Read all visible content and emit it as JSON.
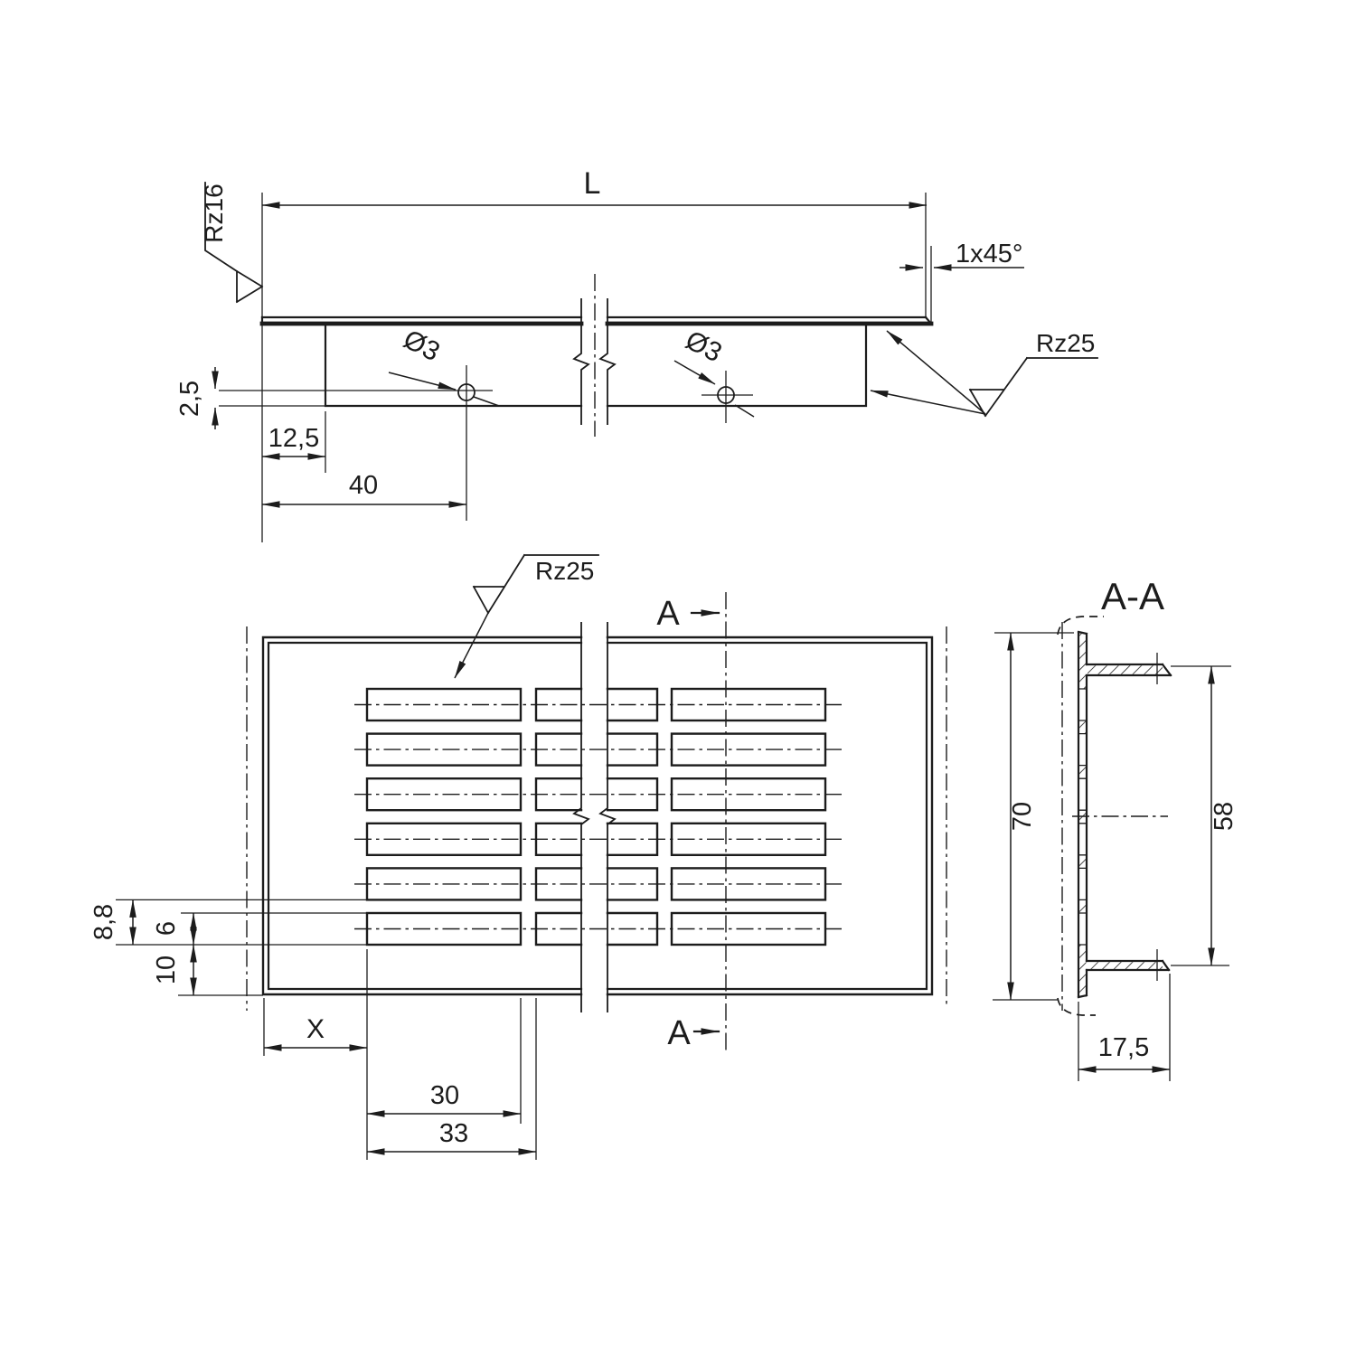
{
  "colors": {
    "ink": "#1c1c1c",
    "paper": "#ffffff"
  },
  "top_view": {
    "length": "L",
    "chamfer": "1x45°",
    "surface_top": "Rz16",
    "surface_bottom": "Rz25",
    "hole_front": "Ø3",
    "hole_rear": "Ø3",
    "dim_hole_from_bottom": "2,5",
    "dim_overhang": "12,5",
    "dim_hole_from_end": "40"
  },
  "front_view": {
    "surface_slots": "Rz25",
    "section_arrow_top": "A",
    "section_arrow_bottom": "A",
    "dim_row_pitch": "8,8",
    "dim_slot_width": "6",
    "dim_margin_bottom": "10",
    "dim_x": "X",
    "dim_slot_length": "30",
    "dim_slot_pitch": "33"
  },
  "section_view": {
    "title": "A-A",
    "dim_height": "70",
    "dim_opening": "58",
    "dim_depth": "17,5"
  }
}
